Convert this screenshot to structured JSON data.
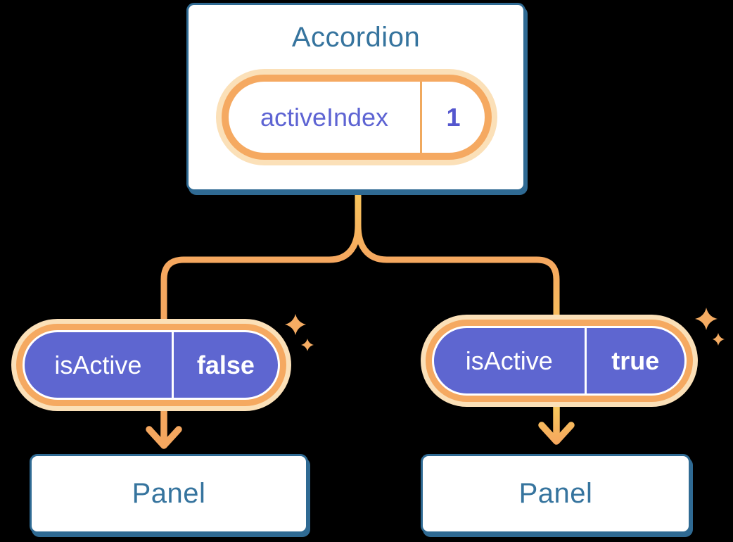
{
  "diagram": {
    "description": "React state diagram: Accordion parent holding activeIndex state, passing isActive props to two Panel children",
    "accordion": {
      "title": "Accordion",
      "state": {
        "name": "activeIndex",
        "value": "1"
      }
    },
    "children": {
      "left": {
        "prop_name": "isActive",
        "prop_value": "false",
        "panel_label": "Panel"
      },
      "right": {
        "prop_name": "isActive",
        "prop_value": "true",
        "panel_label": "Panel"
      }
    },
    "icons": {
      "sparkle": "✦ four-point sparkle",
      "arrow_down": "↓ chevron arrow"
    },
    "colors": {
      "background": "#000000",
      "node_border": "#2F6A93",
      "node_fill": "#FFFFFF",
      "node_text": "#36749E",
      "pill_ring_orange": "#F5A961",
      "pill_halo_peach": "#FBE0B8",
      "state_text_purple": "#5E64D3",
      "prop_fill_purple": "#5E66D0",
      "prop_text": "#FFFFFF",
      "connector_orange": "#F5A75F",
      "connector_yellow": "#F9C65C",
      "sparkle_orange": "#F5AC63"
    }
  }
}
